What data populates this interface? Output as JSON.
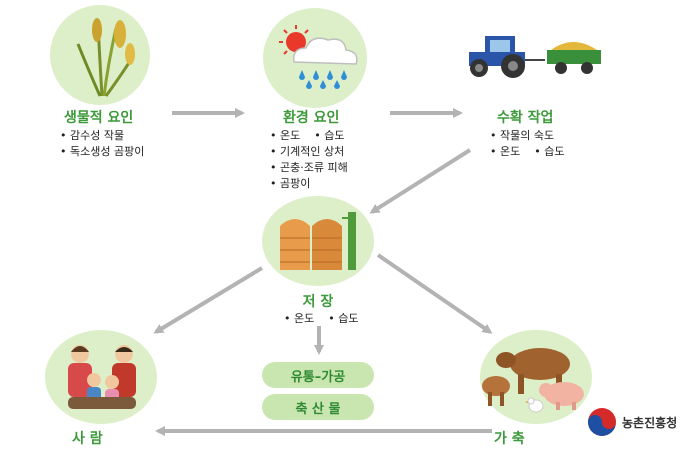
{
  "nodes": {
    "biological": {
      "title": "생물적 요인",
      "items": [
        "감수성 작물",
        "독소생성 곰팡이"
      ]
    },
    "environment": {
      "title": "환경 요인",
      "items": [
        "기계적인 상처",
        "곤충·조류 피해",
        "곰팡이"
      ],
      "pair": [
        "온도",
        "습도"
      ]
    },
    "harvest": {
      "title": "수확 작업",
      "items": [
        "작물의 숙도"
      ],
      "pair": [
        "온도",
        "습도"
      ]
    },
    "storage": {
      "title": "저 장",
      "pair": [
        "온도",
        "습도"
      ]
    },
    "human": {
      "title": "사 람"
    },
    "livestock": {
      "title": "가 축"
    }
  },
  "boxes": {
    "distribution": "유통–가공",
    "livestock_products": "축 산 물"
  },
  "logo": {
    "name": "농촌진흥청"
  },
  "colors": {
    "title_green": "#3d9a3a",
    "circle": "#dcefc8",
    "arrow": "#b3b3b3",
    "pill": "#c9e6b0"
  }
}
